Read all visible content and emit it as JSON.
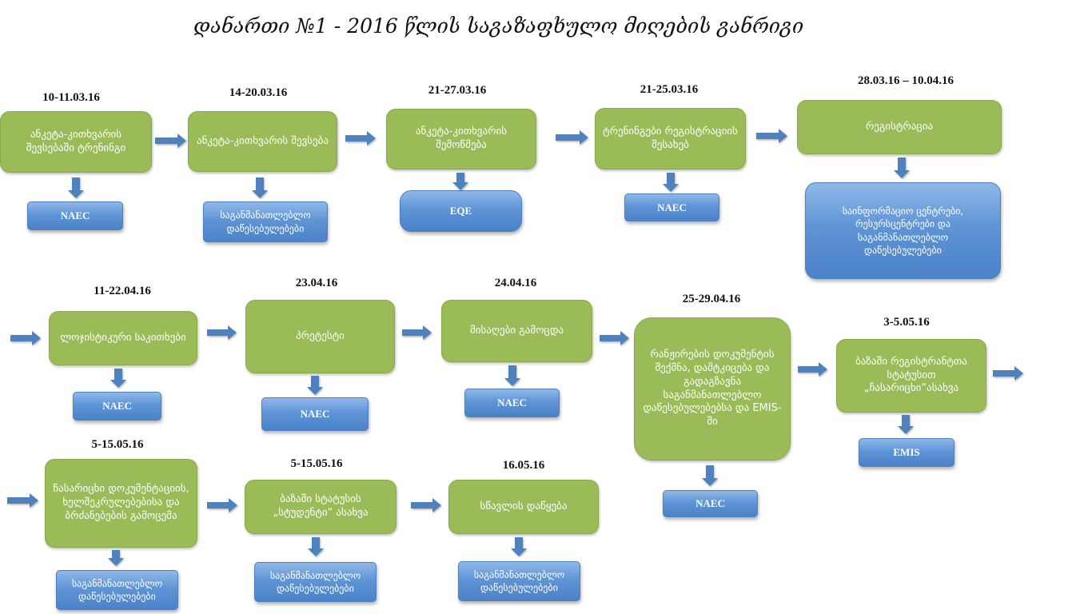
{
  "title": "დანართი №1 - 2016  წლის საგაზაფხულო მიღების განრიგი",
  "colors": {
    "step": "#9bbb59",
    "org": "#5b8fd4",
    "arrow": "#4f81bd"
  },
  "steps": [
    {
      "date": "10-11.03.16",
      "label": "ანკეტა-კითხვარის შევსებაში ტრენინგი",
      "org": "NAEC"
    },
    {
      "date": "14-20.03.16",
      "label": "ანკეტა-კითხვარის შევსება",
      "org": "საგანმანათლებლო დაწესებულებები"
    },
    {
      "date": "21-27.03.16",
      "label": "ანკეტა-კითხვარის შემოწმება",
      "org": "EQE"
    },
    {
      "date": "21-25.03.16",
      "label": "ტრენინგები რეგისტრაციის შესახებ",
      "org": "NAEC"
    },
    {
      "date": "28.03.16 – 10.04.16",
      "label": "რეგისტრაცია",
      "org": "საინფორმაციო ცენტრები, რესურსცენტრები და საგანმანათლებლო დაწესებულებები"
    },
    {
      "date": "11-22.04.16",
      "label": "ლოჯისტიკური საკითხები",
      "org": "NAEC"
    },
    {
      "date": "23.04.16",
      "label": "პრეტესტი",
      "org": "NAEC"
    },
    {
      "date": "24.04.16",
      "label": "მისაღები გამოცდა",
      "org": "NAEC"
    },
    {
      "date": "25-29.04.16",
      "label": "რანჟირების დოკუმენტის შექმნა, დამტკიცება და გადაგზავნა საგანმანათლებლო დაწესებულებებსა და EMIS-ში",
      "org": "NAEC"
    },
    {
      "date": "3-5.05.16",
      "label": "ბაზაში რეგისტრანტთა სტატუსით „ჩასარიცხი“ასახვა",
      "org": "EMIS"
    },
    {
      "date": "5-15.05.16",
      "label": "ჩასარიცხი დოკუმენტაციის, ხელშეკრულებებისა და ბრძანებების გამოცემა",
      "org": "საგანმანათლებლო დაწესებულებები"
    },
    {
      "date": "5-15.05.16",
      "label": "ბაზაში სტატუსის „სტუდენტი“ ასახვა",
      "org": "საგანმანათლებლო დაწესებულებები"
    },
    {
      "date": "16.05.16",
      "label": "სწავლის დაწყება",
      "org": "საგანმანათლებლო დაწესებულებები"
    }
  ]
}
